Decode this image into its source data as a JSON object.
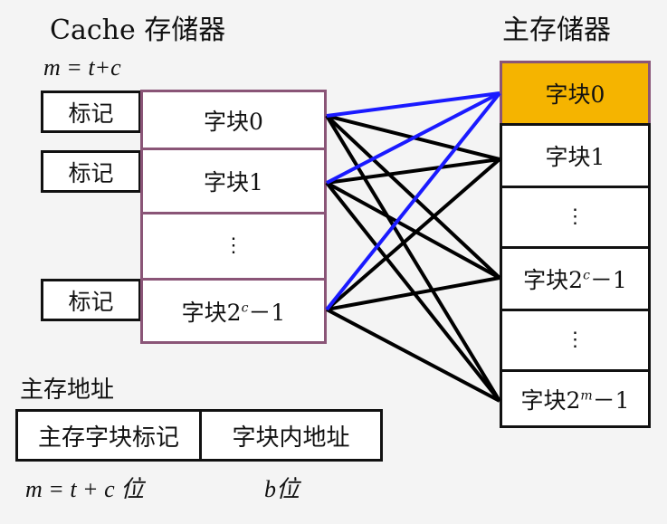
{
  "cache_title": "Cache 存储器",
  "main_title": "主存储器",
  "cache_formula": "m = t+c",
  "tag_label": "标记",
  "cache_blocks": [
    "字块0",
    "字块1",
    "⋮",
    "字块2"
  ],
  "cache_last_sup": "c",
  "cache_last_suffix": "－1",
  "main_blocks": [
    "字块0",
    "字块1",
    "⋮",
    "字块2",
    "⋮",
    "字块2"
  ],
  "main_sup_c": "c",
  "main_sup_m": "m",
  "main_suffix": "－1",
  "address_title": "主存地址",
  "address_fields": [
    "主存字块标记",
    "字块内地址"
  ],
  "address_bits": [
    "m = t + c 位",
    "b位"
  ],
  "colors": {
    "cache_border": "#8a5577",
    "highlight": "#f5b400",
    "blue_line": "#1a1aff",
    "black_line": "#000000"
  }
}
